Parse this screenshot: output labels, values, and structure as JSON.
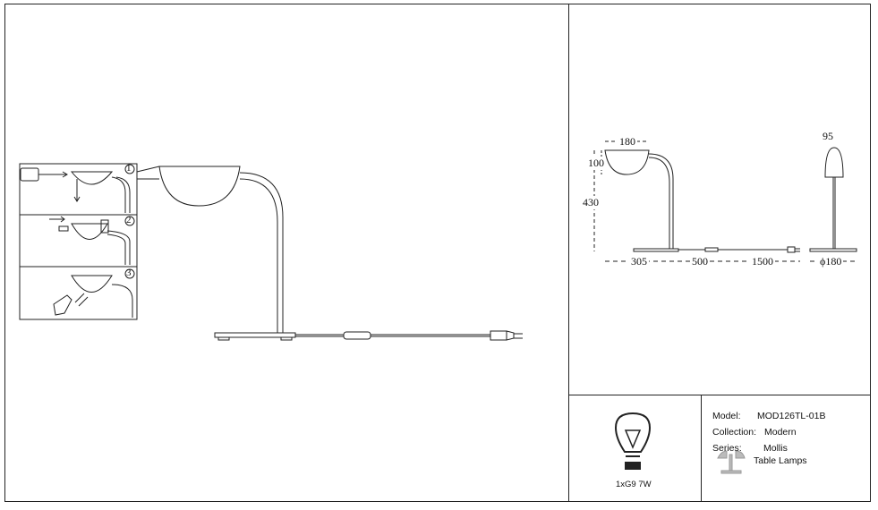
{
  "steps": [
    "1",
    "2",
    "3"
  ],
  "side_view": {
    "width_shade": "180",
    "shade_height": "100",
    "total_height": "430",
    "base_len_1": "305",
    "base_len_2": "500",
    "cord_len": "1500"
  },
  "front_view": {
    "shade_width": "95",
    "base_diameter": "ϕ180"
  },
  "bulb": {
    "spec": "1xG9 7W",
    "icon": "light-bulb-icon"
  },
  "info": {
    "model_label": "Model:",
    "model_value": "MOD126TL-01B",
    "collection_label": "Collection:",
    "collection_value": "Modern",
    "series_label": "Series:",
    "series_value": "Mollis",
    "type_value": "Table Lamps",
    "type_icon": "table-lamp-icon"
  }
}
